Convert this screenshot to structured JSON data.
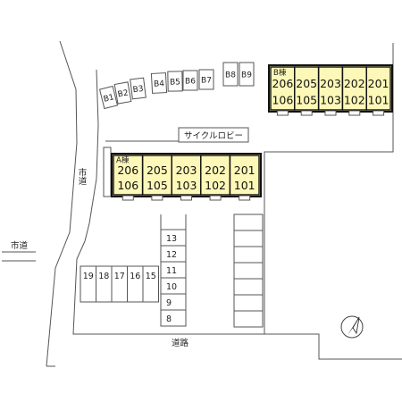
{
  "labels": {
    "city_road_vertical": "市道",
    "city_road_left": "市道",
    "road_bottom": "道路",
    "cycle_lobby": "サイクルロビー",
    "bldg_a": "A棟",
    "bldg_b": "B棟"
  },
  "building_b_units": [
    {
      "upper": "206",
      "lower": "106"
    },
    {
      "upper": "205",
      "lower": "105"
    },
    {
      "upper": "203",
      "lower": "103"
    },
    {
      "upper": "202",
      "lower": "102"
    },
    {
      "upper": "201",
      "lower": "101"
    }
  ],
  "building_a_units": [
    {
      "upper": "206",
      "lower": "106"
    },
    {
      "upper": "205",
      "lower": "105"
    },
    {
      "upper": "203",
      "lower": "103"
    },
    {
      "upper": "202",
      "lower": "102"
    },
    {
      "upper": "201",
      "lower": "101"
    }
  ],
  "bike_slots": [
    "B1",
    "B2",
    "B3",
    "B4",
    "B5",
    "B6",
    "B7",
    "B8",
    "B9"
  ],
  "parking_center": [
    "13",
    "12",
    "11",
    "10",
    "9",
    "8"
  ],
  "parking_left": [
    "19",
    "18",
    "17",
    "16",
    "15"
  ],
  "colors": {
    "building_fill": "#fdf8b8",
    "line": "#555555",
    "building_border": "#111111"
  },
  "north_icon": "north-arrow-icon"
}
